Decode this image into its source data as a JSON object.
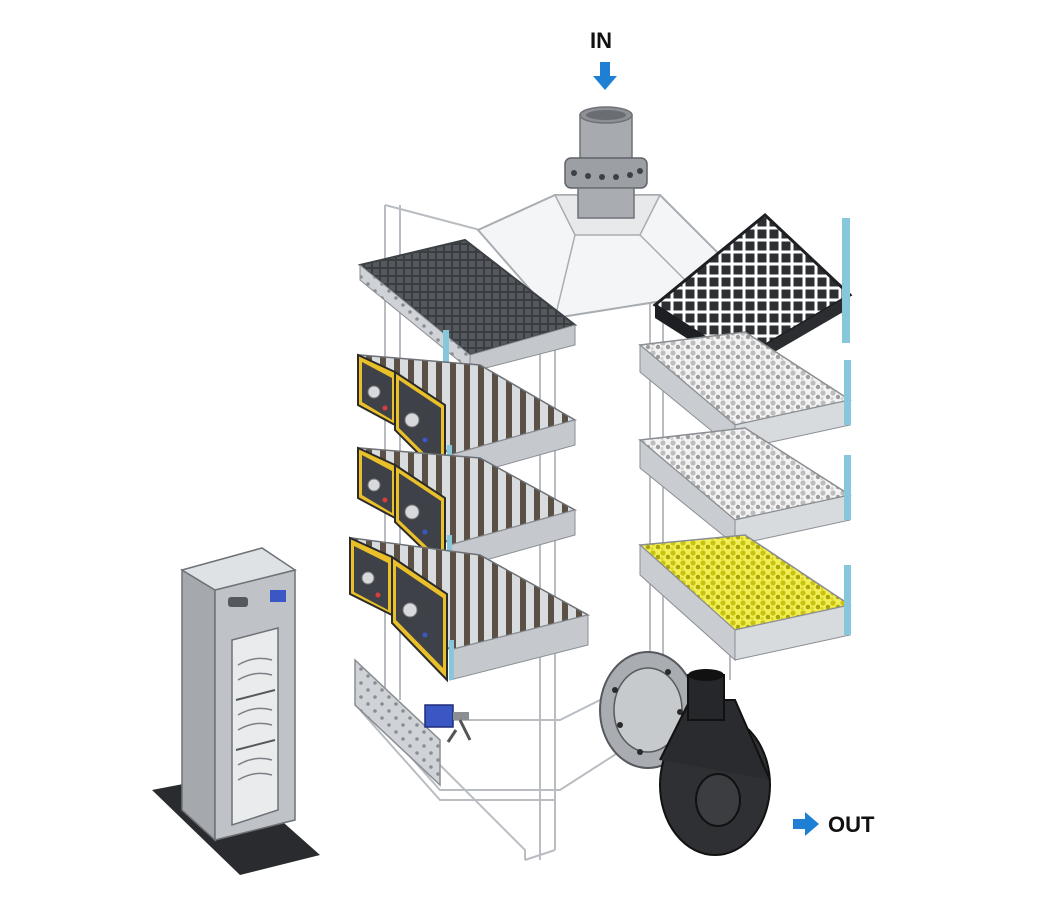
{
  "labels": {
    "in": "IN",
    "out": "OUT"
  },
  "colors": {
    "flow_arrow": "#1f7fd4",
    "frame": "#b8bcc2",
    "tray": "#c9cdd2",
    "yellow_media": "#e6e02a",
    "grey_media": "#e4e4e4",
    "fan": "#2a2a2a",
    "panel_yellow": "#e9c02a",
    "control_box": "#3b57c4"
  },
  "components": [
    "inlet-duct",
    "exhaust-hood",
    "filter-panel",
    "uv-lamp-tray",
    "carbon-grid-filter",
    "media-tray-grey",
    "media-tray-yellow",
    "blower-fan",
    "control-cabinet",
    "pump"
  ]
}
